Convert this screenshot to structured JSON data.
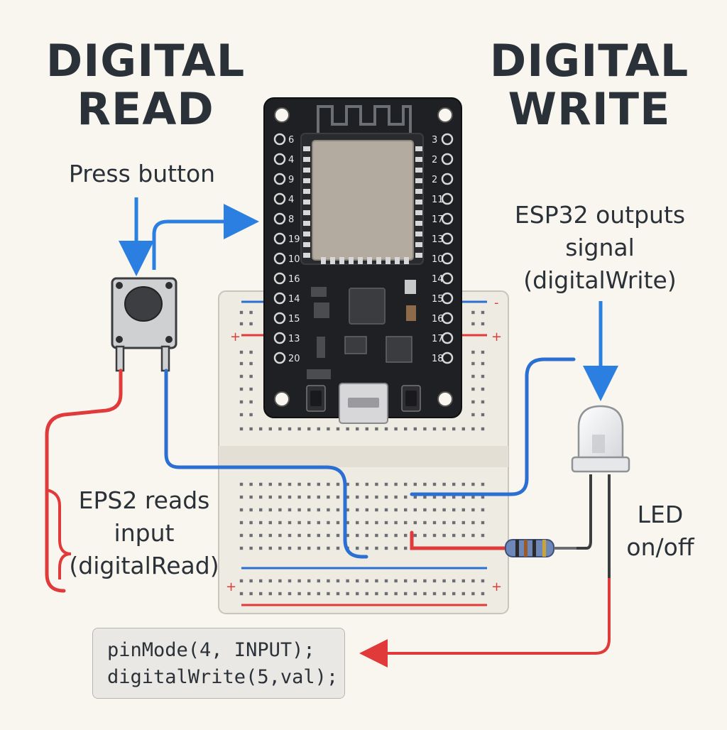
{
  "titles": {
    "left_line1": "DIGITAL",
    "left_line2": "READ",
    "right_line1": "DIGITAL",
    "right_line2": "WRITE"
  },
  "labels": {
    "press_button": "Press button",
    "esp_outputs_line1": "ESP32 outputs",
    "esp_outputs_line2": "signal",
    "esp_outputs_line3": "(digitalWrite)",
    "led_line1": "LED",
    "led_line2": "on/off",
    "eps_reads_line1": "EPS2 reads",
    "eps_reads_line2": "input",
    "eps_reads_line3": "(digitalRead)"
  },
  "code": {
    "line1": "pinMode(4, INPUT);",
    "line2": "digitalWrite(5,val);"
  },
  "board": {
    "left_pins": [
      "6",
      "4",
      "9",
      "4",
      "8",
      "19",
      "10",
      "16",
      "14",
      "15",
      "13",
      "20"
    ],
    "right_pins": [
      "3",
      "2",
      "2",
      "11",
      "17",
      "13",
      "10",
      "14",
      "15",
      "16",
      "17",
      "18"
    ]
  },
  "breadboard": {
    "rail_plus": "+",
    "rail_minus": "-"
  },
  "colors": {
    "background": "#f8f6ee",
    "wire_red": "#e03a3a",
    "wire_blue": "#2a6fd1",
    "arrow_blue": "#2a7fe0",
    "board_black": "#1f2023",
    "text_dark": "#2b3138"
  }
}
